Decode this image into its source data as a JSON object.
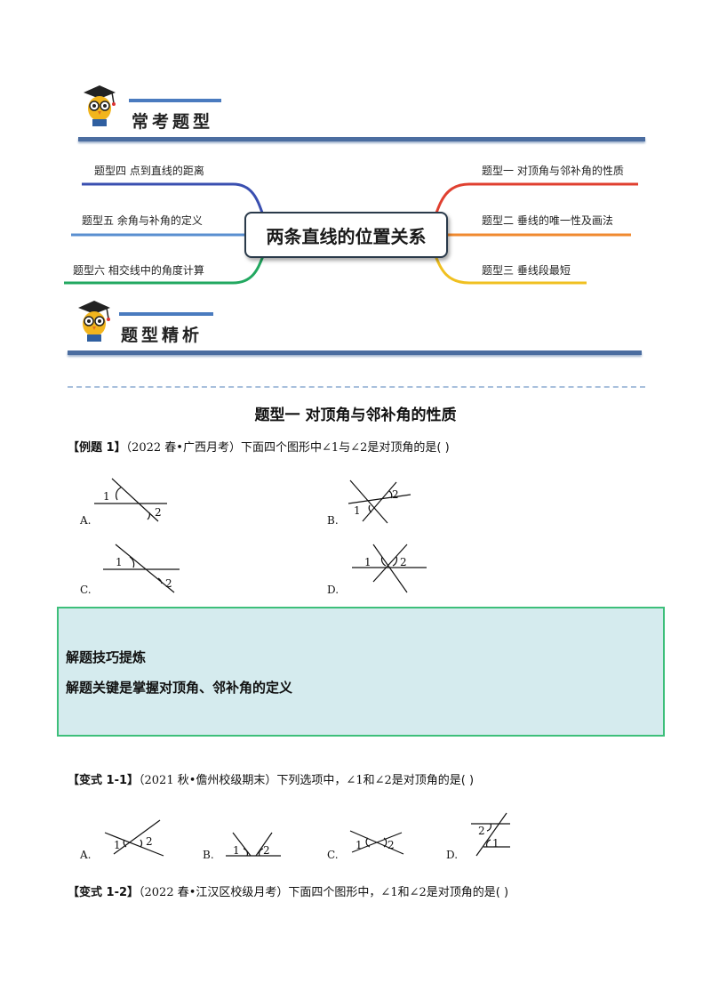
{
  "section1": {
    "title": "常考题型"
  },
  "mindmap": {
    "center": "两条直线的位置关系",
    "left": [
      "题型四 点到直线的距离",
      "题型五 余角与补角的定义",
      "题型六 相交线中的角度计算"
    ],
    "right": [
      "题型一 对顶角与邻补角的性质",
      "题型二 垂线的唯一性及画法",
      "题型三 垂线段最短"
    ],
    "colors": {
      "left": [
        "#3a4fb0",
        "#5a8fd0",
        "#22a860"
      ],
      "right": [
        "#e04030",
        "#f08a30",
        "#f0c020"
      ]
    }
  },
  "section2": {
    "title": "题型精析"
  },
  "heading1": "题型一  对顶角与邻补角的性质",
  "example1": {
    "tag": "【例题 1】",
    "source": "（2022 春•广西月考）",
    "text_a": "下面四个图形中",
    "angle1": "∠1",
    "text_b": "与",
    "angle2": "∠2",
    "text_c": "是对顶角的是",
    "paren": "(        )",
    "options": [
      "A.",
      "B.",
      "C.",
      "D."
    ],
    "marks": [
      "1",
      "2"
    ]
  },
  "tips": {
    "title": "解题技巧提炼",
    "body": "解题关键是掌握对顶角、邻补角的定义"
  },
  "variant1": {
    "tag": "【变式 1-1】",
    "source": "（2021 秋•儋州校级期末）",
    "text_a": "下列选项中，",
    "angle1": "∠1",
    "text_b": "和",
    "angle2": "∠2",
    "text_c": "是对顶角的是",
    "paren": "(        )",
    "options": [
      "A.",
      "B.",
      "C.",
      "D."
    ]
  },
  "variant2": {
    "tag": "【变式 1-2】",
    "source": "（2022 春•江汉区校级月考）",
    "text_a": "下面四个图形中，",
    "angle1": "∠1",
    "text_b": "和",
    "angle2": "∠2",
    "text_c": "是对顶角的是",
    "paren": "(        )"
  }
}
